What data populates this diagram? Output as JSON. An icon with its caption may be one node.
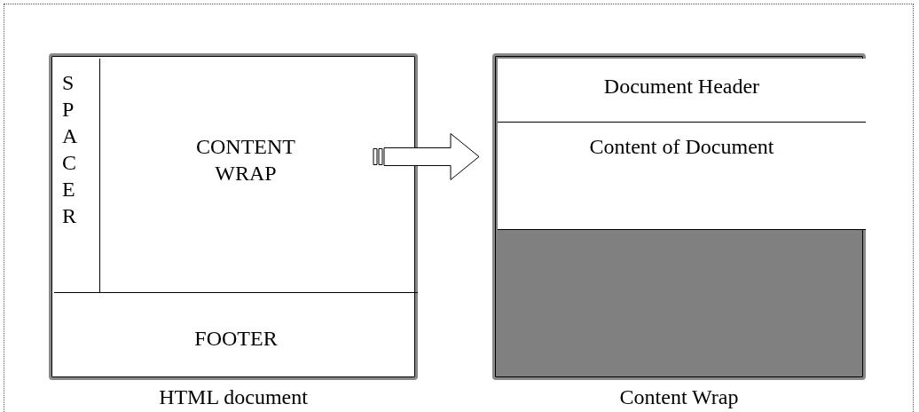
{
  "diagram": {
    "nodes": [
      {
        "text": [
          "HTML document"
        ]
      },
      {
        "text": [
          "SPACER"
        ],
        "in": 0
      },
      {
        "text": [
          "CONTENT WRAP"
        ],
        "in": 0
      },
      {
        "text": [
          "FOOTER"
        ],
        "in": 0
      },
      {
        "text": [
          "Content Wrap"
        ]
      },
      {
        "text": [
          "Document Header"
        ],
        "in": 4
      },
      {
        "text": [
          "Content of Document"
        ],
        "in": 4
      }
    ],
    "edges": [
      {
        "from": 2,
        "to": 4,
        "arrow": "to"
      }
    ]
  }
}
